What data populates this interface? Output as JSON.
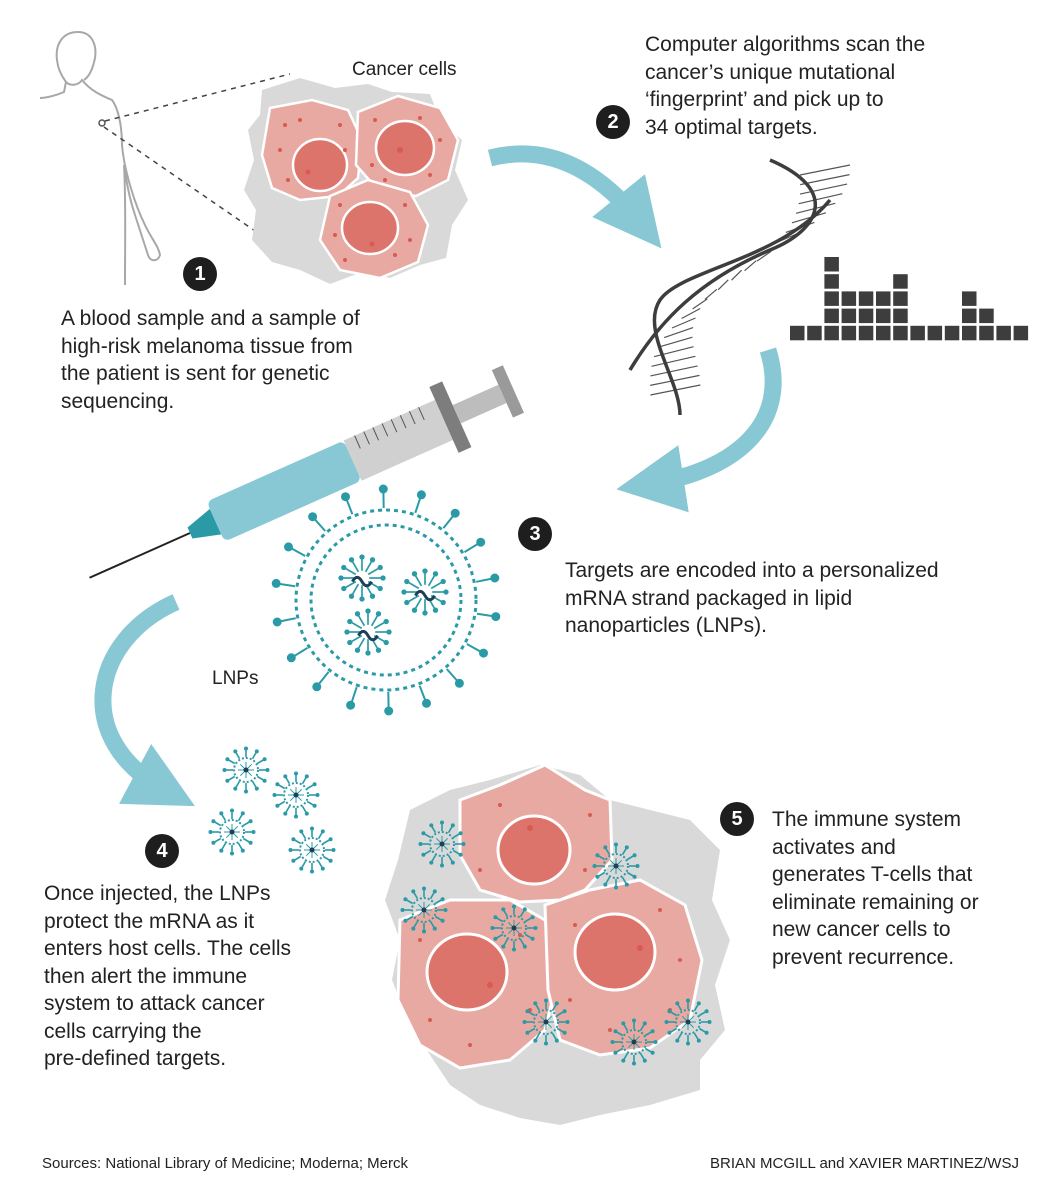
{
  "labels": {
    "cancer_cells": "Cancer cells",
    "lnps": "LNPs"
  },
  "steps": [
    {
      "number": "1",
      "lines": [
        "A blood sample and a sample of",
        "high-risk melanoma tissue from",
        "the patient is sent for genetic",
        "sequencing."
      ]
    },
    {
      "number": "2",
      "lines": [
        "Computer algorithms scan the",
        "cancer’s unique mutational",
        "‘fingerprint’ and pick up to",
        "34 optimal targets."
      ]
    },
    {
      "number": "3",
      "lines": [
        "Targets are encoded into a personalized",
        "mRNA strand packaged in lipid",
        "nanoparticles (LNPs)."
      ]
    },
    {
      "number": "4",
      "lines": [
        "Once injected, the LNPs",
        "protect the mRNA as it",
        "enters host cells. The cells",
        "then alert the immune",
        "system to attack cancer",
        "cells carrying the",
        "pre-defined targets."
      ]
    },
    {
      "number": "5",
      "lines": [
        "The immune system",
        "activates and",
        "generates T-cells that",
        "eliminate remaining or",
        "new cancer cells to",
        "prevent recurrence."
      ]
    }
  ],
  "fingerprint_columns": [
    1,
    1,
    5,
    3,
    3,
    3,
    4,
    1,
    1,
    1,
    3,
    2,
    1,
    1
  ],
  "footer": {
    "sources": "Sources: National Library of Medicine; Moderna; Merck",
    "credit": "BRIAN MCGILL and XAVIER MARTINEZ/WSJ"
  },
  "colors": {
    "arrow": "#88c8d4",
    "cell_fill": "#e8a9a2",
    "nucleus": "#dd746c",
    "cell_grey": "#d9d9d9",
    "lnp_teal": "#2a9ba6",
    "dark": "#3d3d3d"
  }
}
